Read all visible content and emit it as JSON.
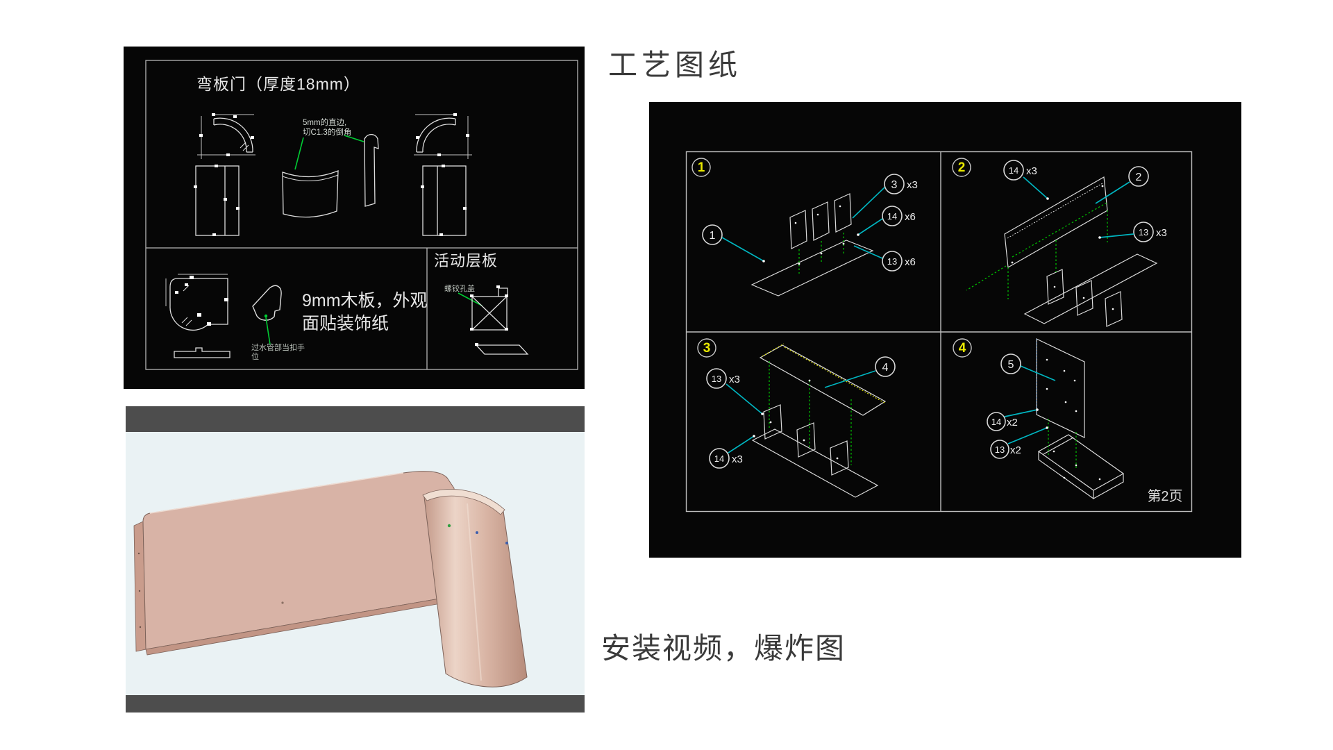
{
  "headings": {
    "top": "工艺图纸",
    "bottom": "安装视频，爆炸图"
  },
  "cad": {
    "title": "弯板门（厚度18mm）",
    "shelf_title": "活动层板",
    "note_edge_1": "5mm的直边,",
    "note_edge_2": "切C1.3的倒角",
    "note_board_1": "9mm木板，外观",
    "note_board_2": "面贴装饰纸",
    "note_handle_1": "过水管部当扣手",
    "note_handle_2": "位",
    "note_hinge": "螺铰孔盖"
  },
  "exploded": {
    "page_label": "第2页",
    "q1": {
      "badge": "1",
      "main_part": "1",
      "callouts": [
        {
          "part": "3",
          "qty": "x3"
        },
        {
          "part": "14",
          "qty": "x6"
        },
        {
          "part": "13",
          "qty": "x6"
        }
      ]
    },
    "q2": {
      "badge": "2",
      "main_part": "2",
      "callouts": [
        {
          "part": "14",
          "qty": "x3"
        },
        {
          "part": "13",
          "qty": "x3"
        }
      ]
    },
    "q3": {
      "badge": "3",
      "main_part": "4",
      "callouts": [
        {
          "part": "13",
          "qty": "x3"
        },
        {
          "part": "14",
          "qty": "x3"
        }
      ]
    },
    "q4": {
      "badge": "4",
      "main_part": "5",
      "callouts": [
        {
          "part": "14",
          "qty": "x2"
        },
        {
          "part": "13",
          "qty": "x2"
        }
      ]
    }
  },
  "colors": {
    "cad_line": "#dedede",
    "annotation_green": "#00cc33",
    "leader_cyan": "#00b5c0",
    "badge_yellow": "#e9e900",
    "panel_bg": "#060606",
    "render_bar": "#4d4d4d",
    "render_bg": "#eaf2f4",
    "wood_fill": "#d8b3a6",
    "heading_text": "#3a3a3a"
  }
}
